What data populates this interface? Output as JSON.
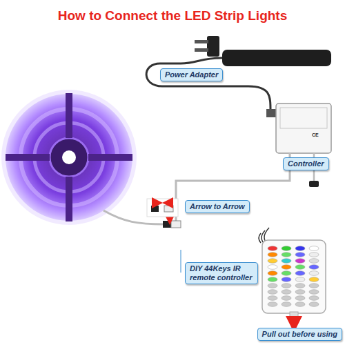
{
  "diagram": {
    "title": "How to Connect the LED Strip Lights",
    "nodes": [
      {
        "text": [
          "Power Adapter"
        ]
      },
      {
        "text": [
          "Controller"
        ]
      },
      {
        "text": [
          "Arrow to Arrow"
        ]
      },
      {
        "text": [
          "DIY 44Keys IR remote controller"
        ]
      },
      {
        "text": [
          "Pull out before using"
        ]
      }
    ],
    "labels": [
      "CE"
    ]
  }
}
